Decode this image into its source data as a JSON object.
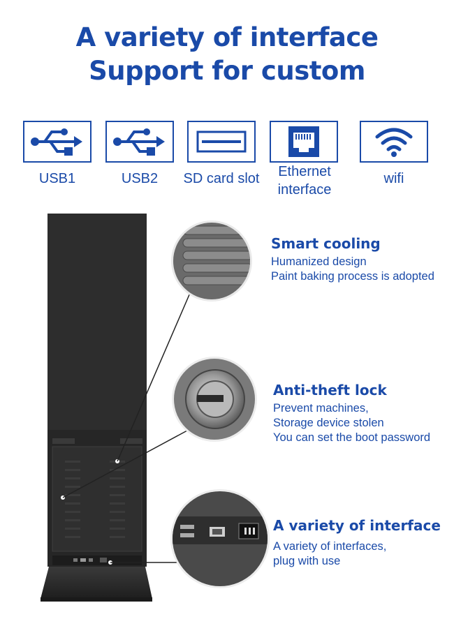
{
  "headline": {
    "line1": "A variety of interface",
    "line2": "Support for custom"
  },
  "interfaces": [
    {
      "icon": "usb-icon",
      "label": "USB1"
    },
    {
      "icon": "usb-icon",
      "label": "USB2"
    },
    {
      "icon": "sd-card-slot-icon",
      "label": "SD card slot"
    },
    {
      "icon": "ethernet-port-icon",
      "label_line1": "Ethernet",
      "label_line2": "interface"
    },
    {
      "icon": "wifi-icon",
      "label": "wifi"
    }
  ],
  "features": [
    {
      "title": "Smart cooling",
      "lines": [
        "Humanized design",
        "Paint baking process is adopted"
      ]
    },
    {
      "title": "Anti-theft lock",
      "lines": [
        "Prevent machines,",
        "Storage device stolen",
        "You can set the boot password"
      ]
    },
    {
      "title": "A variety of interface",
      "lines": [
        "A variety of interfaces,",
        "plug with use"
      ]
    }
  ],
  "colors": {
    "accent": "#1a4aa8",
    "kiosk": "#2c2c2c",
    "background": "#ffffff"
  }
}
